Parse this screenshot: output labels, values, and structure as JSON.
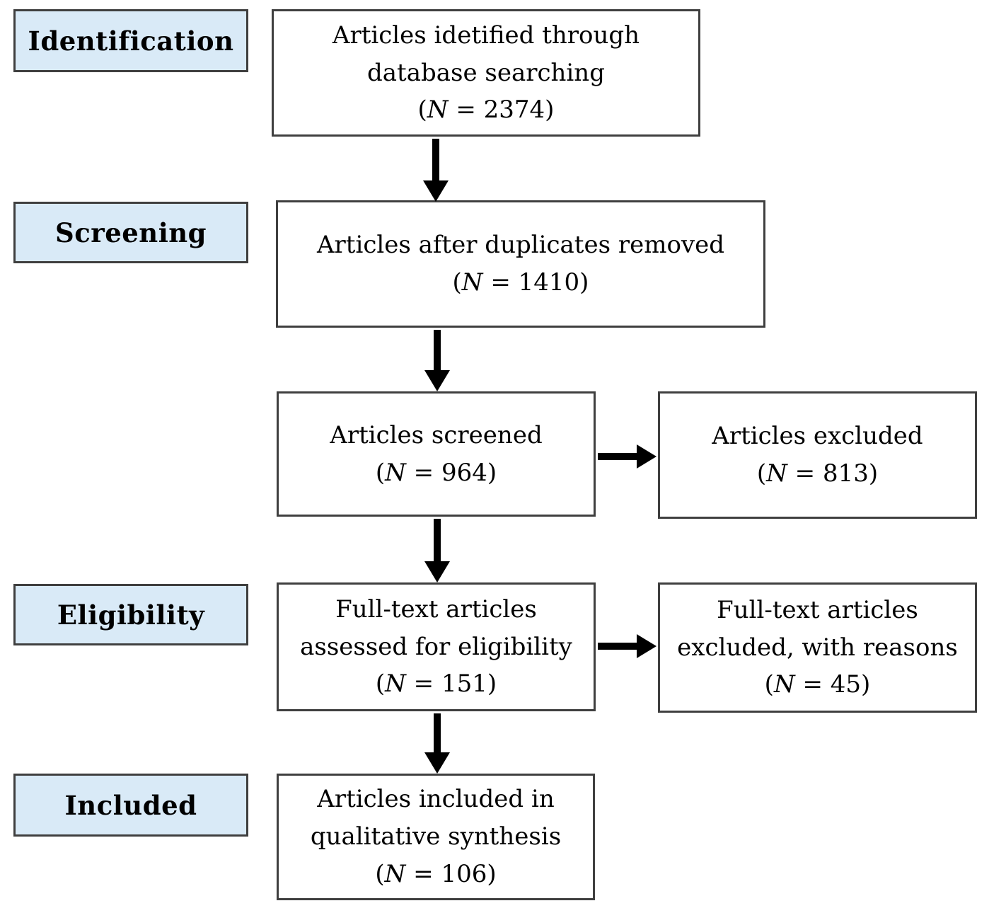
{
  "diagram_type": "prisma-flowchart",
  "colors": {
    "page_bg": "#ffffff",
    "stage_bg": "#d9eaf7",
    "box_bg": "#ffffff",
    "box_border": "#3f3f3f",
    "arrow": "#000000",
    "text": "#000000"
  },
  "stages": [
    {
      "label": "Identification"
    },
    {
      "label": "Screening"
    },
    {
      "label": "Eligibility"
    },
    {
      "label": "Included"
    }
  ],
  "flow_boxes": [
    {
      "key": "identified",
      "lines": [
        "Articles idetified through",
        "database searching",
        "(N = 2374)"
      ],
      "n": 2374
    },
    {
      "key": "after-duplicates",
      "lines": [
        "Articles after duplicates removed",
        "(N = 1410)"
      ],
      "n": 1410
    },
    {
      "key": "screened",
      "lines": [
        "Articles screened",
        "(N = 964)"
      ],
      "n": 964
    },
    {
      "key": "excluded",
      "lines": [
        "Articles excluded",
        "(N = 813)"
      ],
      "n": 813
    },
    {
      "key": "fulltext-assessed",
      "lines": [
        "Full-text articles",
        "assessed for eligibility",
        "(N = 151)"
      ],
      "n": 151
    },
    {
      "key": "fulltext-excluded",
      "lines": [
        "Full-text articles",
        "excluded, with reasons",
        "(N = 45)"
      ],
      "n": 45
    },
    {
      "key": "included-qualitative",
      "lines": [
        "Articles included in",
        "qualitative synthesis",
        "(N = 106)"
      ],
      "n": 106
    }
  ]
}
